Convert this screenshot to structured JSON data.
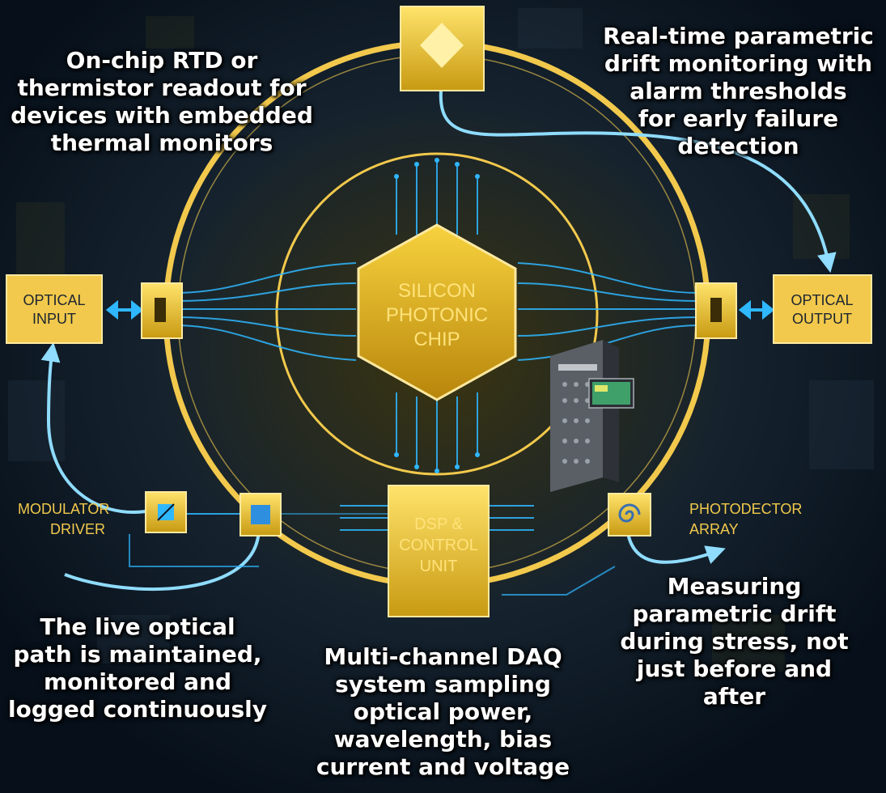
{
  "colors": {
    "background": "#0a1420",
    "gold": "#f2c94c",
    "gold_bright": "#ffd93d",
    "cyan": "#2fb7ff",
    "text": "#ffffff"
  },
  "center_chip": {
    "lines": [
      "SILICON",
      "PHOTONIC",
      "CHIP"
    ]
  },
  "optical_input": {
    "lines": [
      "OPTICAL",
      "INPUT"
    ]
  },
  "optical_output": {
    "lines": [
      "OPTICAL",
      "OUTPUT"
    ]
  },
  "dsp_unit": {
    "lines": [
      "DSP &",
      "CONTROL",
      "UNIT"
    ]
  },
  "modulator_driver": {
    "lines": [
      "MODULATOR",
      "DRIVER"
    ]
  },
  "photodetector_array": {
    "lines": [
      "PHOTODECTOR",
      "ARRAY"
    ]
  },
  "icons": {
    "top_node": "diamond-icon",
    "left_port": "port-icon",
    "right_port": "port-icon",
    "modulator": "modulator-icon",
    "left_bottom_node": "square-node-icon",
    "photodetector": "spiral-icon",
    "equipment": "test-rack-icon"
  },
  "captions": {
    "top_left": "On-chip RTD or\nthermistor readout for\ndevices with embedded\nthermal monitors",
    "top_right": "Real-time parametric\ndrift monitoring with\nalarm thresholds\nfor early failure\ndetection",
    "bottom_left": "The live optical\npath is maintained,\nmonitored and\nlogged continuously",
    "bottom_center": "Multi-channel DAQ\nsystem sampling\noptical power,\nwavelength, bias\ncurrent and voltage",
    "bottom_right": "Measuring\nparametric drift\nduring stress, not\njust before and\nafter"
  }
}
